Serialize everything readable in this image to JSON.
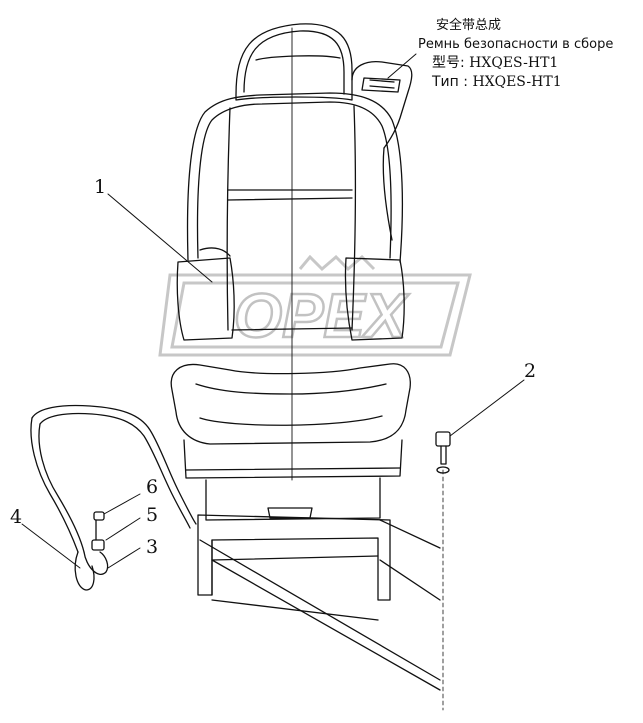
{
  "title": {
    "cn": "安全带总成",
    "ru": "Ремнь безопасности в сборе",
    "model_cn_prefix": "型号:",
    "model_ru_prefix": "Тип :",
    "model_code": "HXQES-HT1"
  },
  "callouts": [
    "1",
    "2",
    "3",
    "4",
    "5",
    "6"
  ],
  "watermark_text": "OPEX",
  "colors": {
    "line": "#111111",
    "watermark": "#999999"
  }
}
